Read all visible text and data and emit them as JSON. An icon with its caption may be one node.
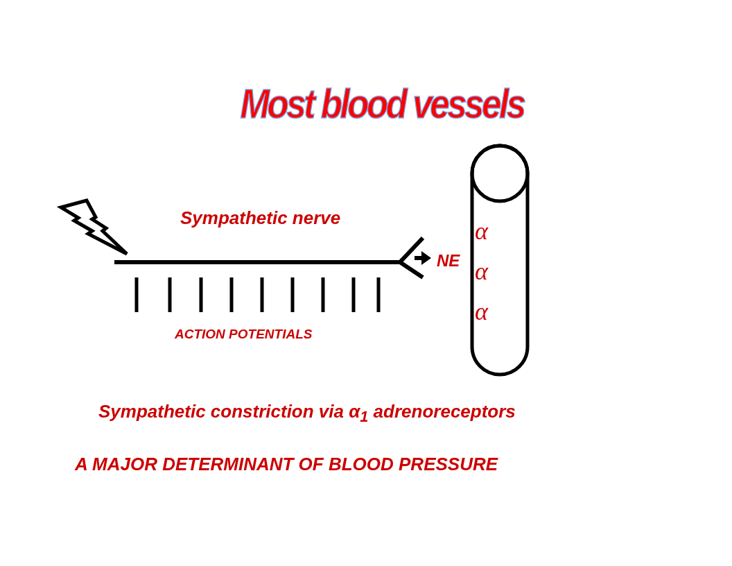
{
  "diagram": {
    "title": "Most blood vessels",
    "nodes": [
      {
        "text": [
          "α",
          "α",
          "α"
        ]
      }
    ],
    "labels": [
      "Sympathetic nerve",
      "NE",
      "ACTION POTENTIALS",
      "Sympathetic constriction via  α$_{1}$ adrenoreceptors",
      "A MAJOR DETERMINANT OF BLOOD PRESSURE"
    ]
  }
}
